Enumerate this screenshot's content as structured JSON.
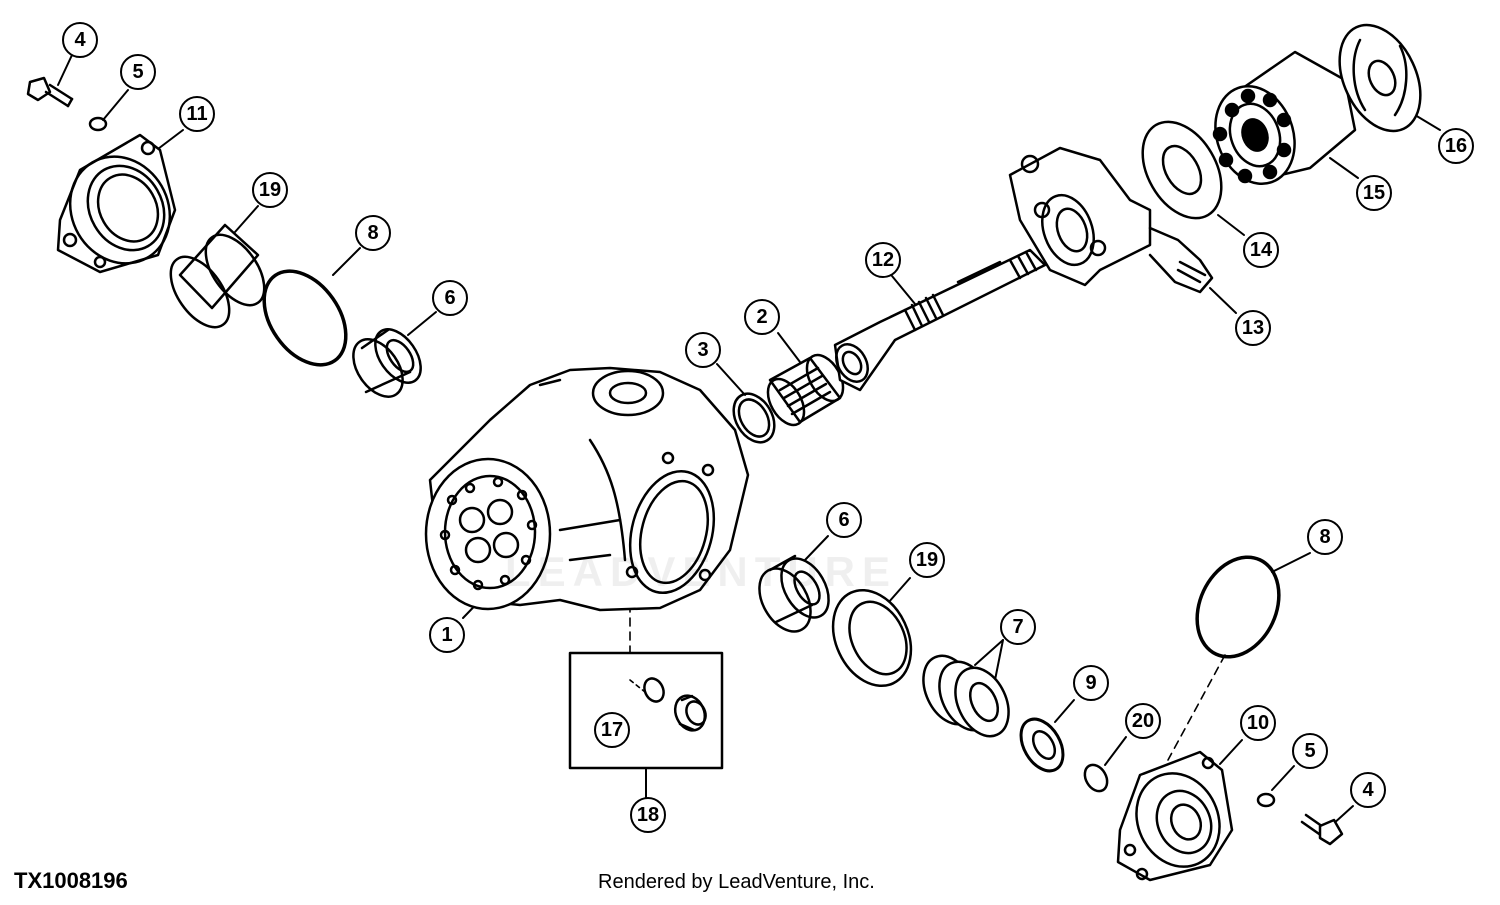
{
  "diagram": {
    "identifier": "TX1008196",
    "credit": "Rendered by LeadVenture, Inc.",
    "watermark": "LEADVENTURE",
    "callouts": [
      {
        "id": "c4a",
        "label": "4"
      },
      {
        "id": "c5a",
        "label": "5"
      },
      {
        "id": "c11",
        "label": "11"
      },
      {
        "id": "c19a",
        "label": "19"
      },
      {
        "id": "c8a",
        "label": "8"
      },
      {
        "id": "c6a",
        "label": "6"
      },
      {
        "id": "c3",
        "label": "3"
      },
      {
        "id": "c2",
        "label": "2"
      },
      {
        "id": "c12",
        "label": "12"
      },
      {
        "id": "c13",
        "label": "13"
      },
      {
        "id": "c14",
        "label": "14"
      },
      {
        "id": "c15",
        "label": "15"
      },
      {
        "id": "c16",
        "label": "16"
      },
      {
        "id": "c1",
        "label": "1"
      },
      {
        "id": "c6b",
        "label": "6"
      },
      {
        "id": "c19b",
        "label": "19"
      },
      {
        "id": "c7",
        "label": "7"
      },
      {
        "id": "c8b",
        "label": "8"
      },
      {
        "id": "c9",
        "label": "9"
      },
      {
        "id": "c20",
        "label": "20"
      },
      {
        "id": "c10",
        "label": "10"
      },
      {
        "id": "c5b",
        "label": "5"
      },
      {
        "id": "c4b",
        "label": "4"
      },
      {
        "id": "c17",
        "label": "17"
      },
      {
        "id": "c18",
        "label": "18"
      }
    ]
  }
}
